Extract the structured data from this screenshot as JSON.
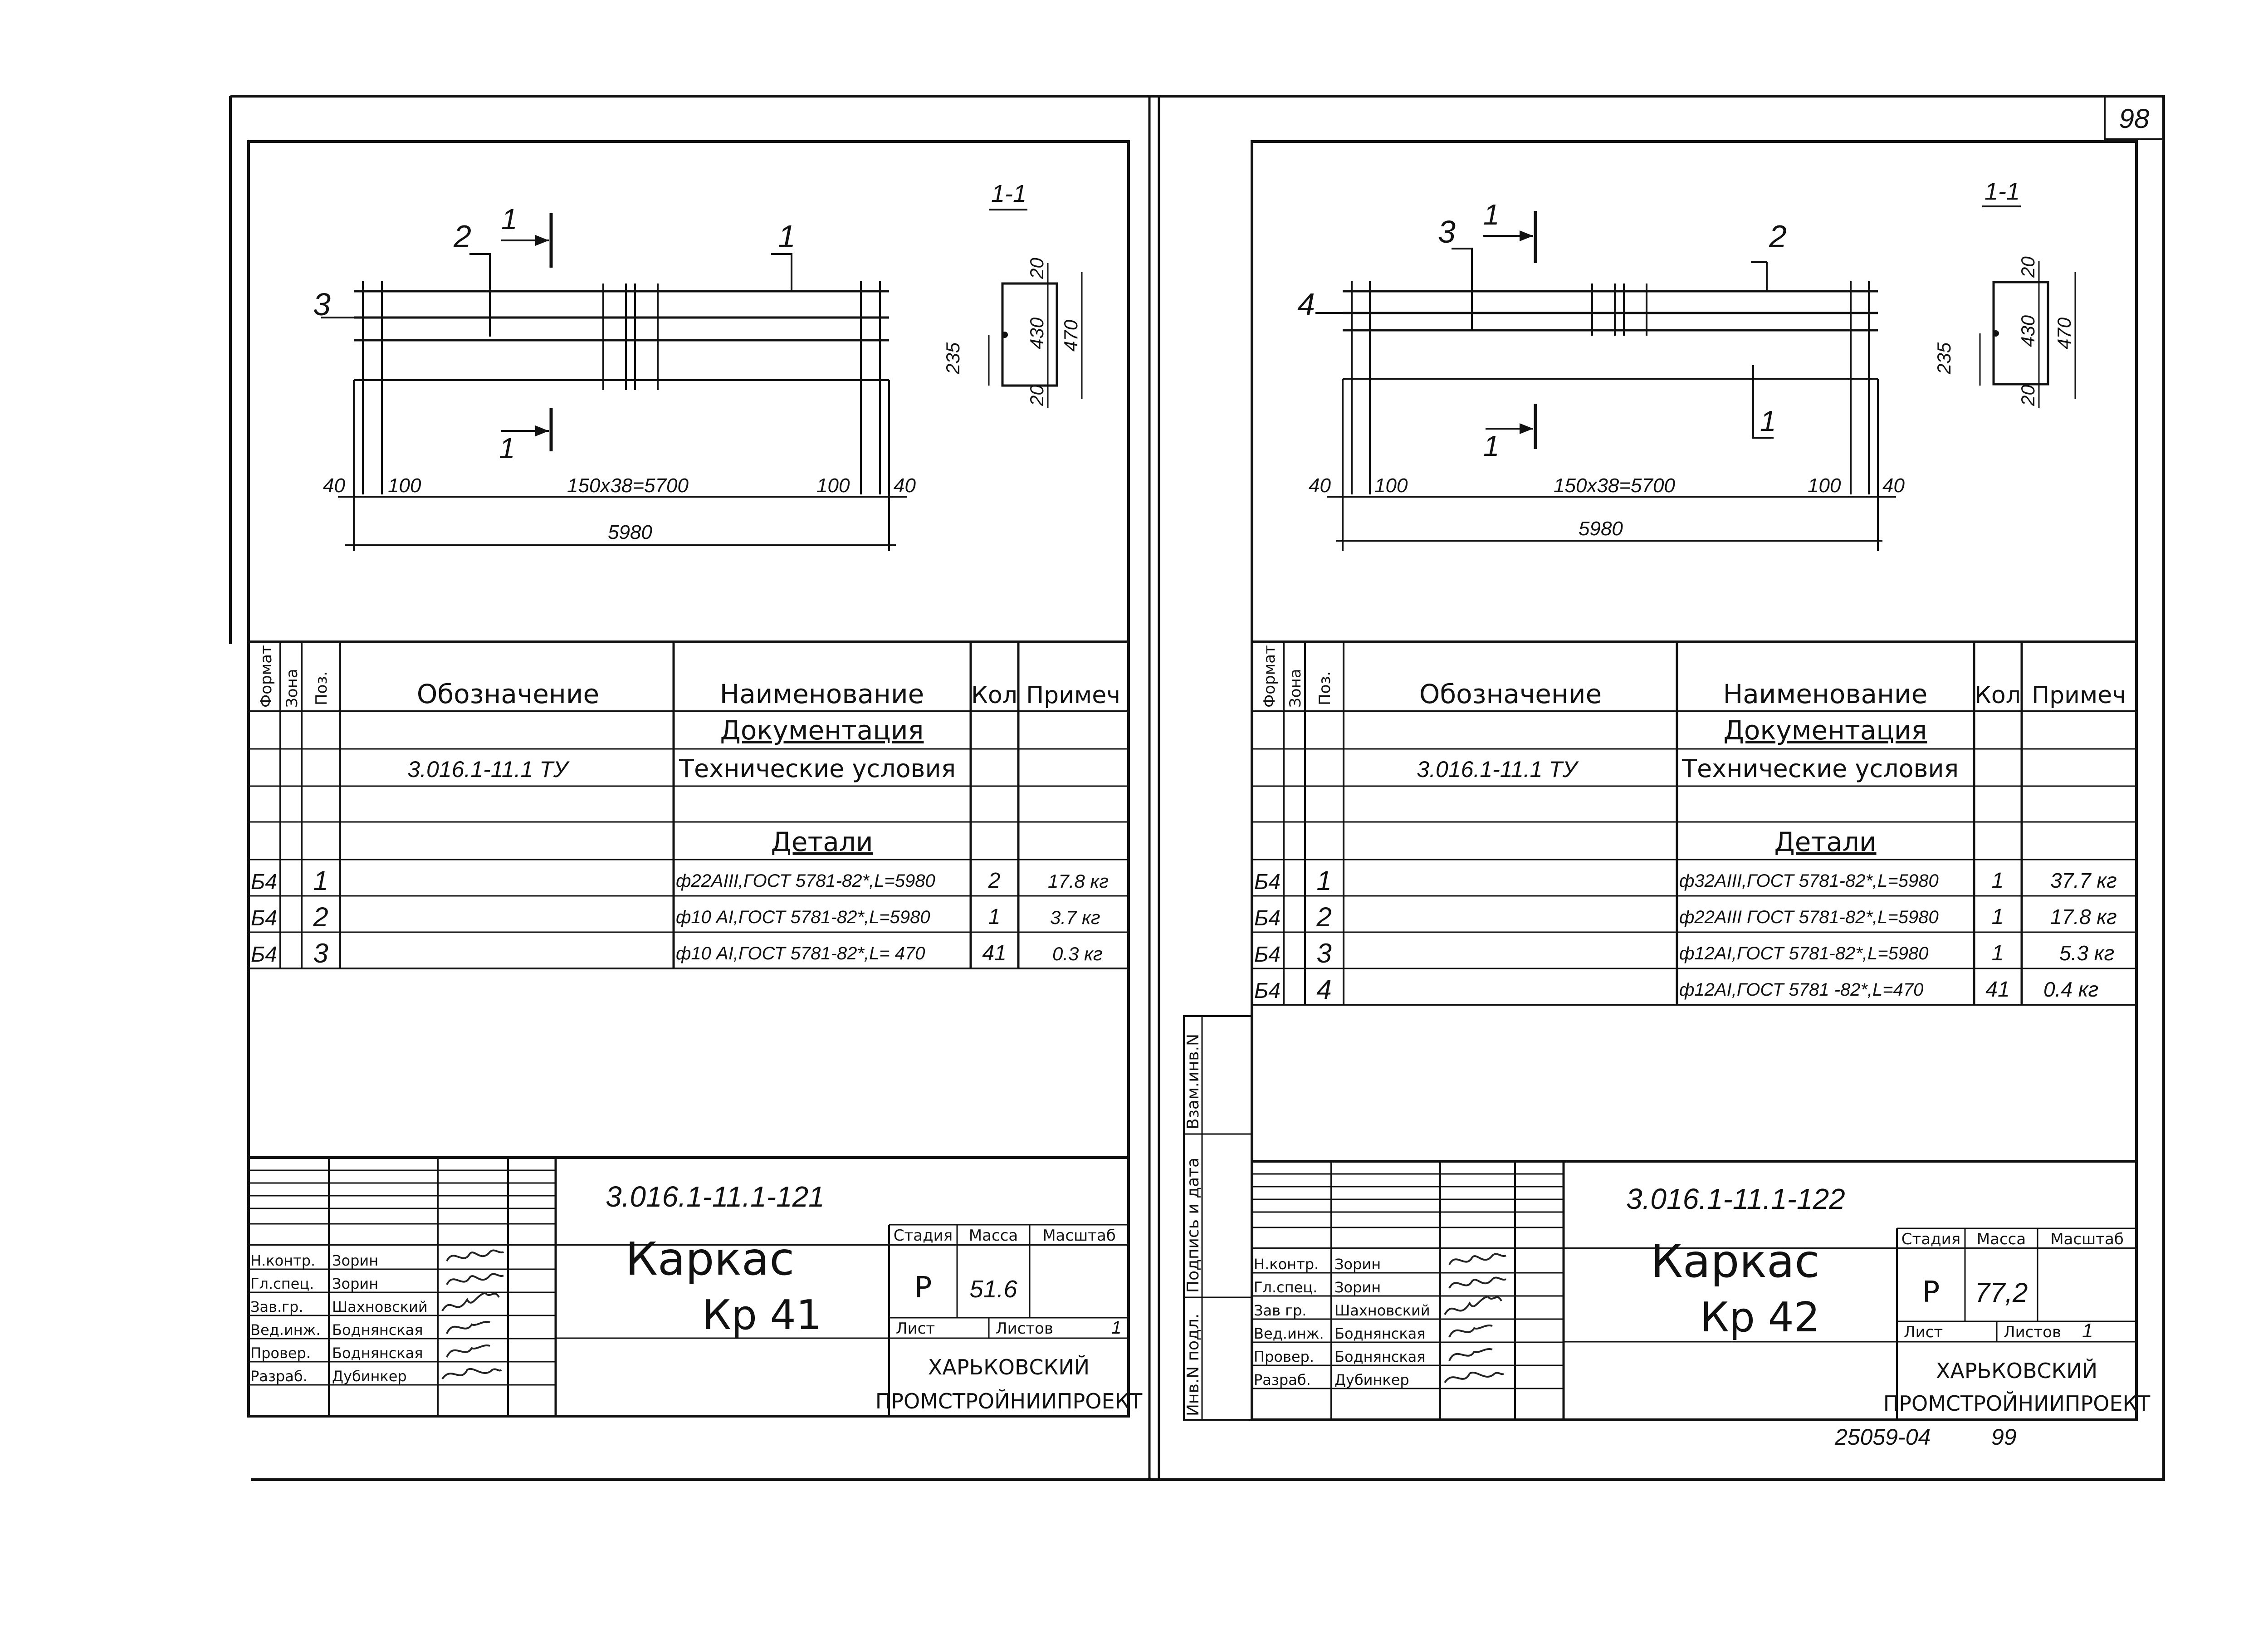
{
  "page_number": "98",
  "footer": {
    "archive": "25059-04",
    "page": "99"
  },
  "sheets": [
    {
      "id": "left",
      "drawing": {
        "section_title": "1-1",
        "position_labels": {
          "p1": "1",
          "p2": "2",
          "p3": "3"
        },
        "section_marks": {
          "top": "1",
          "bottom": "1"
        },
        "dims": {
          "d40a": "40",
          "d100a": "100",
          "span": "150x38=5700",
          "d100b": "100",
          "d40b": "40",
          "total": "5980"
        },
        "section_dims": {
          "top": "20",
          "mid": "430",
          "bottom": "20",
          "total": "470",
          "half": "235"
        }
      },
      "spec": {
        "headers": {
          "format": "Формат",
          "zone": "Зона",
          "pos": "Поз.",
          "designation": "Обозначение",
          "name": "Наименование",
          "qty": "Кол",
          "note": "Примеч"
        },
        "doc_section": "Документация",
        "doc_designation": "3.016.1-11.1 ТУ",
        "doc_name": "Технические условия",
        "details_section": "Детали",
        "rows": [
          {
            "format": "Б4",
            "pos": "1",
            "name": "ф22АIII,ГОСТ 5781-82*,L=5980",
            "qty": "2",
            "note": "17.8 кг"
          },
          {
            "format": "Б4",
            "pos": "2",
            "name": "ф10 АI,ГОСТ 5781-82*,L=5980",
            "qty": "1",
            "note": "3.7 кг"
          },
          {
            "format": "Б4",
            "pos": "3",
            "name": "ф10 АI,ГОСТ 5781-82*,L= 470",
            "qty": "41",
            "note": "0.3 кг"
          }
        ]
      },
      "title_block": {
        "code": "3.016.1-11.1-121",
        "title": "Каркас",
        "mark": "Кр 41",
        "stage_label": "Стадия",
        "mass_label": "Масса",
        "scale_label": "Масштаб",
        "stage": "Р",
        "mass": "51.6",
        "sheet_label": "Лист",
        "sheets_label": "Листов",
        "sheets": "1",
        "org_line1": "ХАРЬКОВСКИЙ",
        "org_line2": "ПРОМСТРОЙНИИПРОЕКТ",
        "roles": [
          {
            "role": "Н.контр.",
            "name": "Зорин"
          },
          {
            "role": "Гл.спец.",
            "name": "Зорин"
          },
          {
            "role": "Зав.гр.",
            "name": "Шахновский"
          },
          {
            "role": "Вед.инж.",
            "name": "Боднянская"
          },
          {
            "role": "Провер.",
            "name": "Боднянская"
          },
          {
            "role": "Разраб.",
            "name": "Дубинкер"
          }
        ]
      }
    },
    {
      "id": "right",
      "drawing": {
        "section_title": "1-1",
        "position_labels": {
          "p3": "3",
          "p2": "2",
          "p4": "4"
        },
        "section_marks": {
          "top": "1",
          "bottom": "1",
          "side": "1"
        },
        "dims": {
          "d40a": "40",
          "d100a": "100",
          "span": "150x38=5700",
          "d100b": "100",
          "d40b": "40",
          "total": "5980"
        },
        "section_dims": {
          "top": "20",
          "mid": "430",
          "bottom": "20",
          "total": "470",
          "half": "235"
        }
      },
      "spec": {
        "headers": {
          "format": "Формат",
          "zone": "Зона",
          "pos": "Поз.",
          "designation": "Обозначение",
          "name": "Наименование",
          "qty": "Кол",
          "note": "Примеч"
        },
        "doc_section": "Документация",
        "doc_designation": "3.016.1-11.1 ТУ",
        "doc_name": "Технические условия",
        "details_section": "Детали",
        "rows": [
          {
            "format": "Б4",
            "pos": "1",
            "name": "ф32АIII,ГОСТ 5781-82*,L=5980",
            "qty": "1",
            "note": "37.7 кг"
          },
          {
            "format": "Б4",
            "pos": "2",
            "name": "ф22АIII ГОСТ 5781-82*,L=5980",
            "qty": "1",
            "note": "17.8 кг"
          },
          {
            "format": "Б4",
            "pos": "3",
            "name": "ф12АI,ГОСТ 5781-82*,L=5980",
            "qty": "1",
            "note": "5.3 кг"
          },
          {
            "format": "Б4",
            "pos": "4",
            "name": "ф12АI,ГОСТ 5781 -82*,L=470",
            "qty": "41",
            "note": "0.4 кг"
          }
        ]
      },
      "side_labels": {
        "replace": "Взам.инв.N",
        "sign_date": "Подпись и дата",
        "inv": "Инв.N подл."
      },
      "title_block": {
        "code": "3.016.1-11.1-122",
        "title": "Каркас",
        "mark": "Кр 42",
        "stage_label": "Стадия",
        "mass_label": "Масса",
        "scale_label": "Масштаб",
        "stage": "Р",
        "mass": "77,2",
        "sheet_label": "Лист",
        "sheets_label": "Листов",
        "sheets": "1",
        "org_line1": "ХАРЬКОВСКИЙ",
        "org_line2": "ПРОМСТРОЙНИИПРОЕКТ",
        "roles": [
          {
            "role": "Н.контр.",
            "name": "Зорин"
          },
          {
            "role": "Гл.спец.",
            "name": "Зорин"
          },
          {
            "role": "Зав гр.",
            "name": "Шахновский"
          },
          {
            "role": "Вед.инж.",
            "name": "Боднянская"
          },
          {
            "role": "Провер.",
            "name": "Боднянская"
          },
          {
            "role": "Разраб.",
            "name": "Дубинкер"
          }
        ]
      }
    }
  ]
}
